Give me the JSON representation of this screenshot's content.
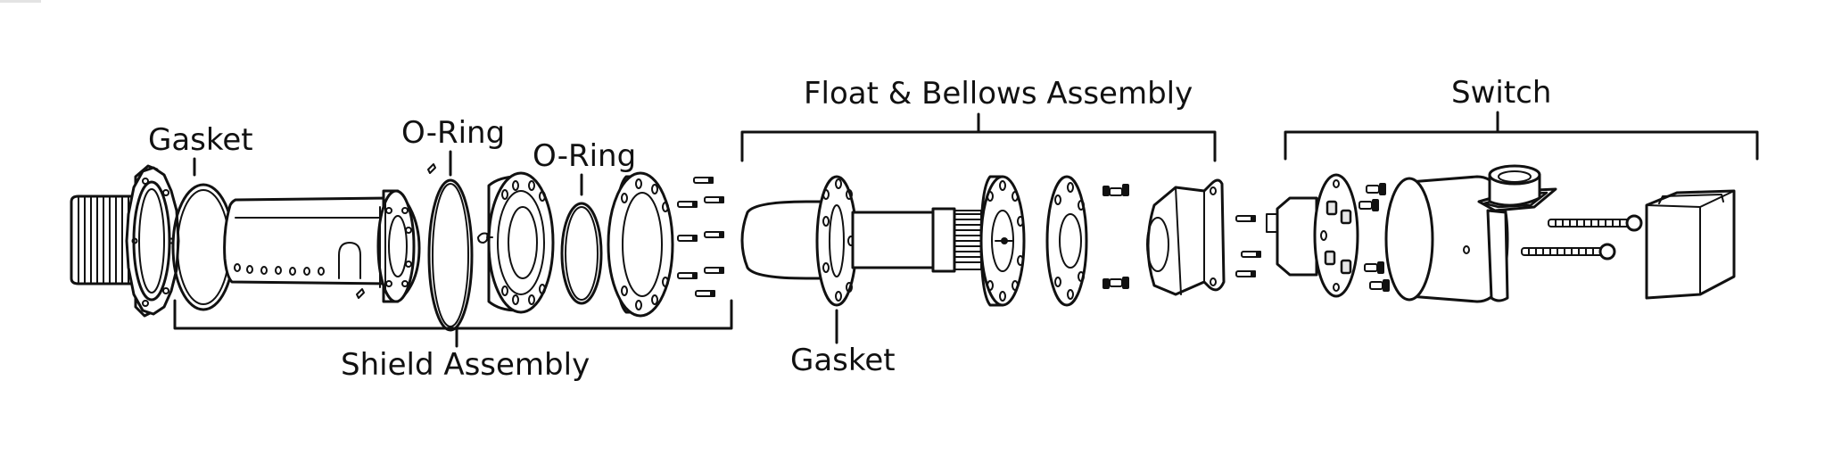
{
  "labels": {
    "gasket_top": "Gasket",
    "o_ring_1": "O-Ring",
    "o_ring_2": "O-Ring",
    "shield_assembly": "Shield Assembly",
    "float_bellows_assembly": "Float & Bellows Assembly",
    "gasket_bottom": "Gasket",
    "switch": "Switch"
  },
  "colors": {
    "line": "#111111",
    "background": "#ffffff",
    "shade": "#e6e6e6"
  }
}
